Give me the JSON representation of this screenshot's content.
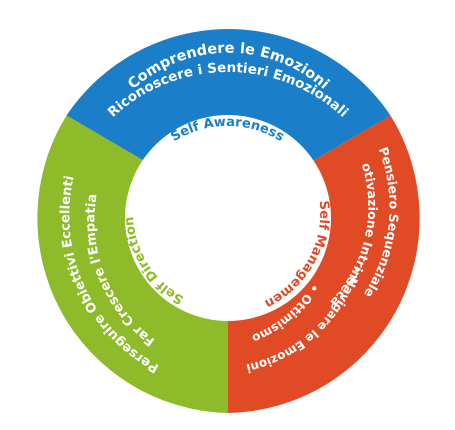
{
  "colors": {
    "awareness": "#1a7ec8",
    "management": "#e04a25",
    "direction": "#8dbb2a",
    "background": "#ffffff"
  },
  "segments": {
    "awareness": {
      "label": "Self Awareness",
      "line1": "Comprendere le Emozioni",
      "line2": "Riconoscere i Sentieri Emozionali"
    },
    "management": {
      "label": "Self Management",
      "line1": "Pensiero Sequenziale",
      "line2": "Motivazione Intrinseca",
      "line3": "• Navigare le Emozioni",
      "line4": "• Ottimismo"
    },
    "direction": {
      "label": "Self Direction",
      "line1": "Far Crescere l'Empatia",
      "line2": "Perseguire Obiettivi Eccellenti"
    }
  }
}
